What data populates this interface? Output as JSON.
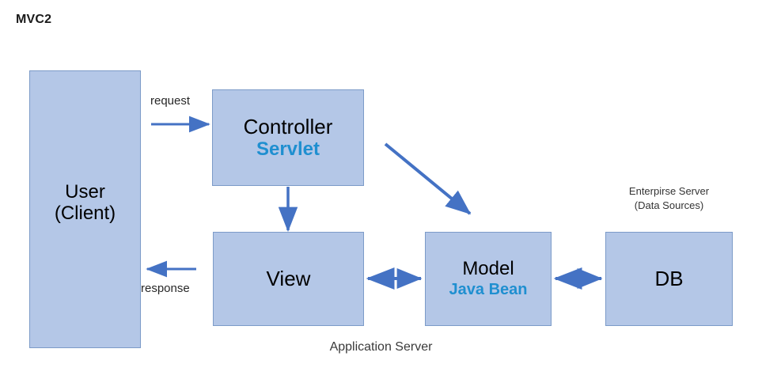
{
  "title": "MVC2",
  "accent_colors": {
    "box_fill": "#b4c7e7",
    "box_border": "#7c9bc8",
    "arrow": "#4472c4",
    "sub_label_blue": "#1f8fd0",
    "text": "#000000",
    "background": "#ffffff"
  },
  "boxes": {
    "user": {
      "main": "User",
      "sub2": "(Client)"
    },
    "controller": {
      "main": "Controller",
      "sub": "Servlet"
    },
    "view": {
      "main": "View",
      "sub": ""
    },
    "model": {
      "main": "Model",
      "sub": "Java Bean"
    },
    "db": {
      "main": "DB",
      "sub": ""
    }
  },
  "labels": {
    "request": "request",
    "response": "response",
    "application_server": "Application Server",
    "enterprise_line1": "Enterpirse Server",
    "enterprise_line2": "(Data Sources)"
  },
  "arrows": [
    {
      "name": "user-to-controller",
      "label": "request",
      "from": "User",
      "to": "Controller",
      "direction": "right"
    },
    {
      "name": "controller-to-view",
      "label": "",
      "from": "Controller",
      "to": "View",
      "direction": "down"
    },
    {
      "name": "controller-to-model",
      "label": "",
      "from": "Controller",
      "to": "Model",
      "direction": "diagonal-down-right"
    },
    {
      "name": "view-to-user",
      "label": "response",
      "from": "View",
      "to": "User",
      "direction": "left"
    },
    {
      "name": "view-model",
      "label": "",
      "from": "View",
      "to": "Model",
      "direction": "bidirectional"
    },
    {
      "name": "model-db",
      "label": "",
      "from": "Model",
      "to": "DB",
      "direction": "bidirectional"
    }
  ]
}
